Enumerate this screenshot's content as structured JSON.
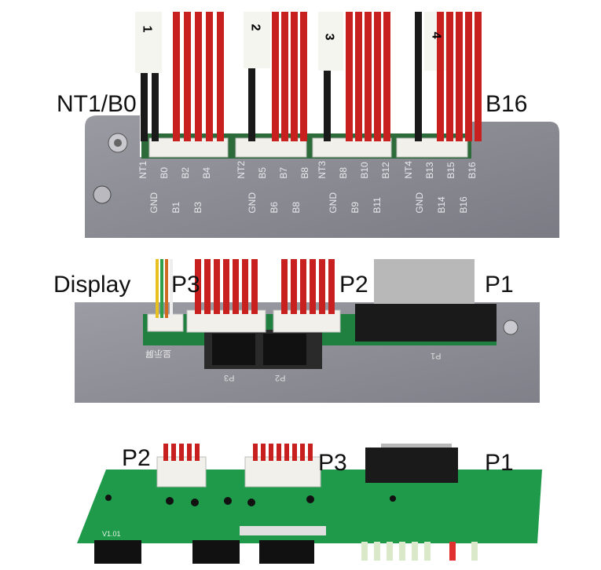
{
  "panel1": {
    "labels": {
      "left": "NT1/B0",
      "right": "B16"
    },
    "cable_numbers": [
      "1",
      "2",
      "3",
      "4"
    ],
    "pin_groups": [
      {
        "top": [
          "NT1",
          "B0",
          "B2",
          "B4"
        ],
        "bottom": [
          "GND",
          "B1",
          "B3"
        ]
      },
      {
        "top": [
          "NT2",
          "B5",
          "B7",
          "B8"
        ],
        "bottom": [
          "GND",
          "B6",
          "B8"
        ]
      },
      {
        "top": [
          "NT3",
          "B8",
          "B10",
          "B12"
        ],
        "bottom": [
          "GND",
          "B9",
          "B11"
        ]
      },
      {
        "top": [
          "NT4",
          "B13",
          "B15",
          "B16"
        ],
        "bottom": [
          "GND",
          "B14",
          "B16"
        ]
      }
    ]
  },
  "panel2": {
    "labels": {
      "display": "Display",
      "p3": "P3",
      "p2": "P2",
      "p1": "P1"
    },
    "silk": {
      "display": "显示屏",
      "p3": "P3",
      "p2": "P2",
      "p1": "P1"
    }
  },
  "panel3": {
    "labels": {
      "p2": "P2",
      "p3": "P3",
      "p1": "P1"
    },
    "board_text": "V1.01"
  },
  "colors": {
    "wire_red": "#c8201f",
    "wire_black": "#1a1a1a",
    "plate_gray": "#8a8a92",
    "pcb_green": "#1f9a4a",
    "ribbon_gray": "#b8b8b8"
  }
}
